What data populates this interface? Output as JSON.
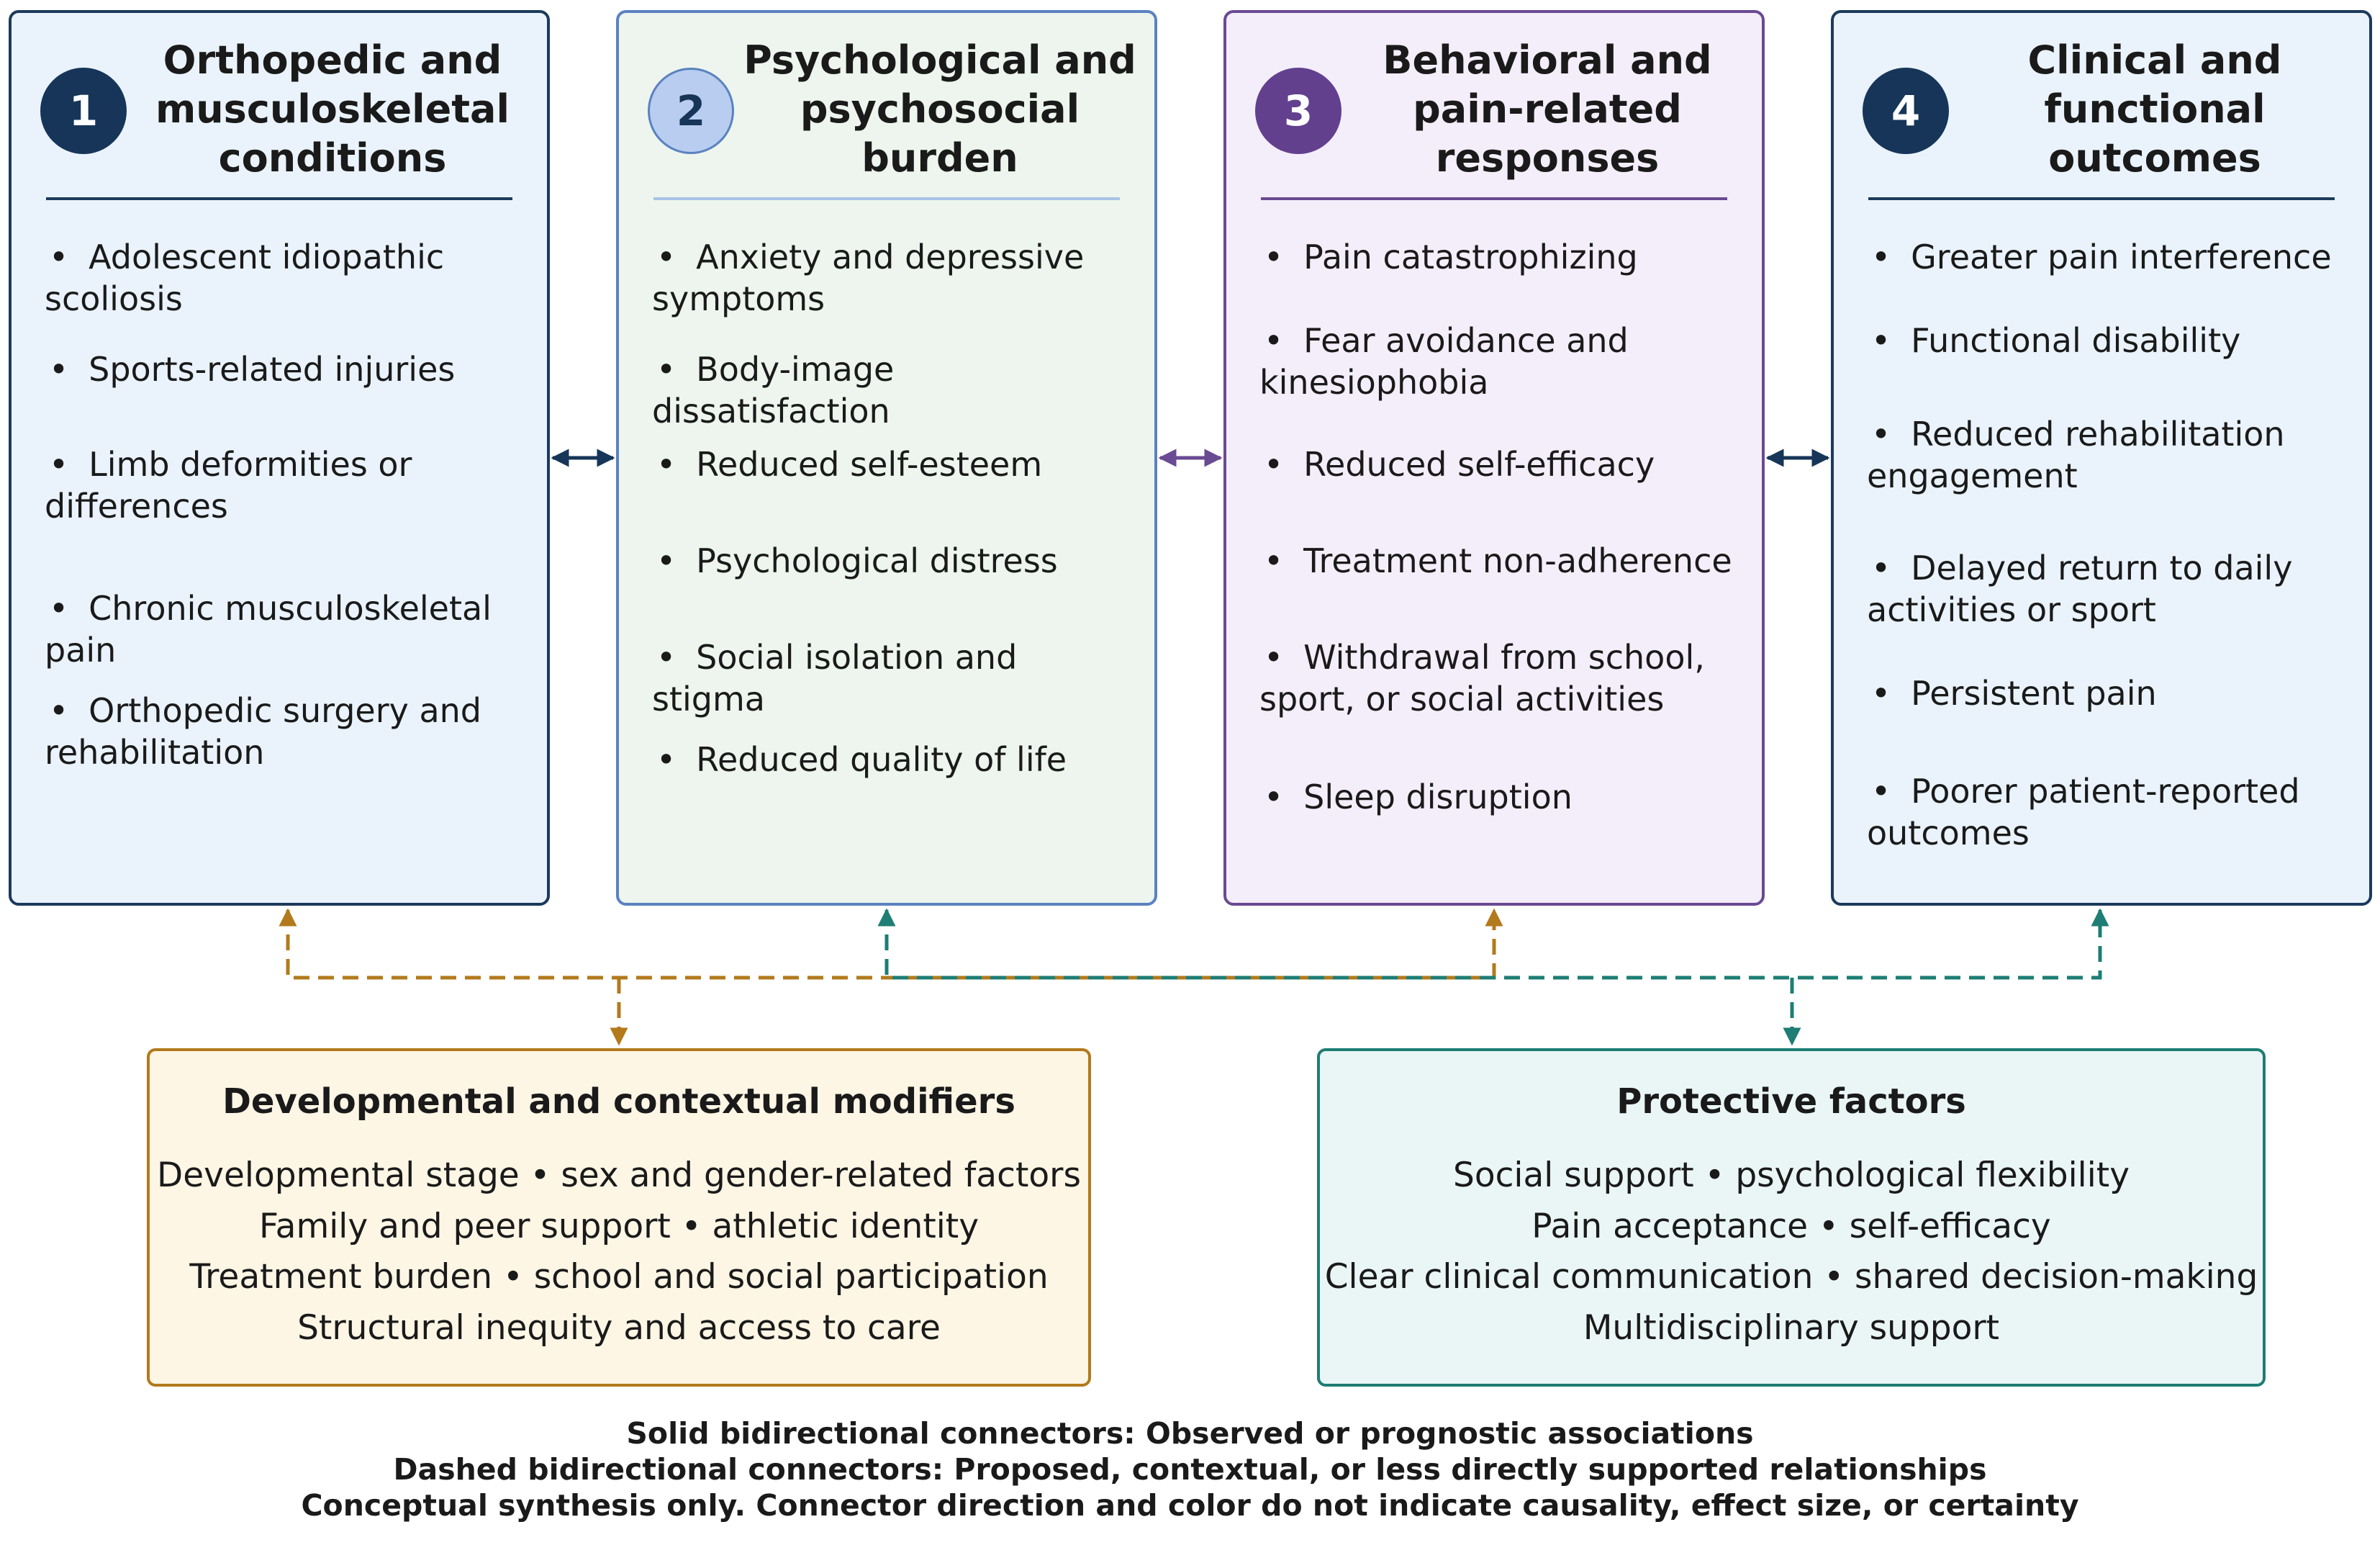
{
  "columns": [
    {
      "number": "1",
      "title": "Orthopedic and\nmusculoskeletal\nconditions",
      "items": [
        "Adolescent idiopathic scoliosis",
        "Sports-related injuries",
        "Limb deformities or differences",
        "Chronic musculoskeletal pain",
        "Orthopedic surgery and rehabilitation"
      ]
    },
    {
      "number": "2",
      "title": "Psychological and\npsychosocial\nburden",
      "items": [
        "Anxiety and depressive symptoms",
        "Body-image dissatisfaction",
        "Reduced self-esteem",
        "Psychological distress",
        "Social isolation and stigma",
        "Reduced quality of life"
      ]
    },
    {
      "number": "3",
      "title": "Behavioral and\npain-related\nresponses",
      "items": [
        "Pain catastrophizing",
        "Fear avoidance and kinesiophobia",
        "Reduced self-efficacy",
        "Treatment non-adherence",
        "Withdrawal from school, sport, or social activities",
        "Sleep disruption"
      ]
    },
    {
      "number": "4",
      "title": "Clinical and\nfunctional\noutcomes",
      "items": [
        "Greater pain interference",
        "Functional disability",
        "Reduced rehabilitation engagement",
        "Delayed return to daily activities or sport",
        "Persistent pain",
        "Poorer patient-reported outcomes"
      ]
    }
  ],
  "modifiers": {
    "title": "Developmental and contextual modifiers",
    "lines": [
      "Developmental stage  •  sex and gender-related factors",
      "Family and peer support  •  athletic identity",
      "Treatment burden  •  school and social participation",
      "Structural inequity and access to care"
    ]
  },
  "protective": {
    "title": "Protective factors",
    "lines": [
      "Social support  •  psychological flexibility",
      "Pain acceptance  •  self-efficacy",
      "Clear clinical communication  •  shared decision-making",
      "Multidisciplinary support"
    ]
  },
  "legend": [
    "Solid bidirectional connectors: Observed or prognostic associations",
    "Dashed bidirectional connectors: Proposed, contextual, or less directly supported relationships",
    "Conceptual synthesis only. Connector direction and color do not indicate causality, effect size, or certainty"
  ],
  "colors": {
    "navy": "#163558",
    "purple": "#62408e",
    "gold": "#b27a1c",
    "teal": "#1e7d74"
  }
}
